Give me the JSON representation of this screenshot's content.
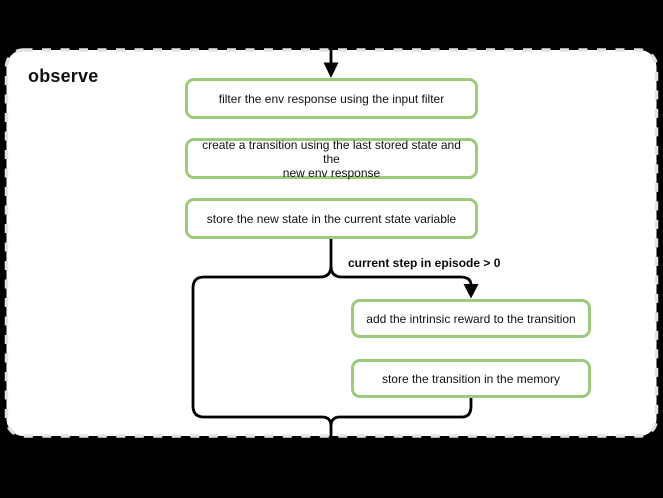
{
  "panel": {
    "title": "observe"
  },
  "flow": {
    "boxes": [
      {
        "id": "filter-env-response",
        "label": "filter the env response using the input filter"
      },
      {
        "id": "create-transition",
        "label": "create a transition using the last stored state and the\nnew env response"
      },
      {
        "id": "store-new-state",
        "label": "store the new state in the current state variable"
      },
      {
        "id": "add-intrinsic-reward",
        "label": "add the intrinsic reward to the transition"
      },
      {
        "id": "store-transition",
        "label": "store the transition in the memory"
      }
    ],
    "branch_label": "current step in episode > 0"
  },
  "colors": {
    "background": "#000000",
    "panel_fill": "#ffffff",
    "panel_border": "#e2e2e2",
    "box_border": "#9bcb7b",
    "line": "#000000",
    "text": "#111111"
  }
}
